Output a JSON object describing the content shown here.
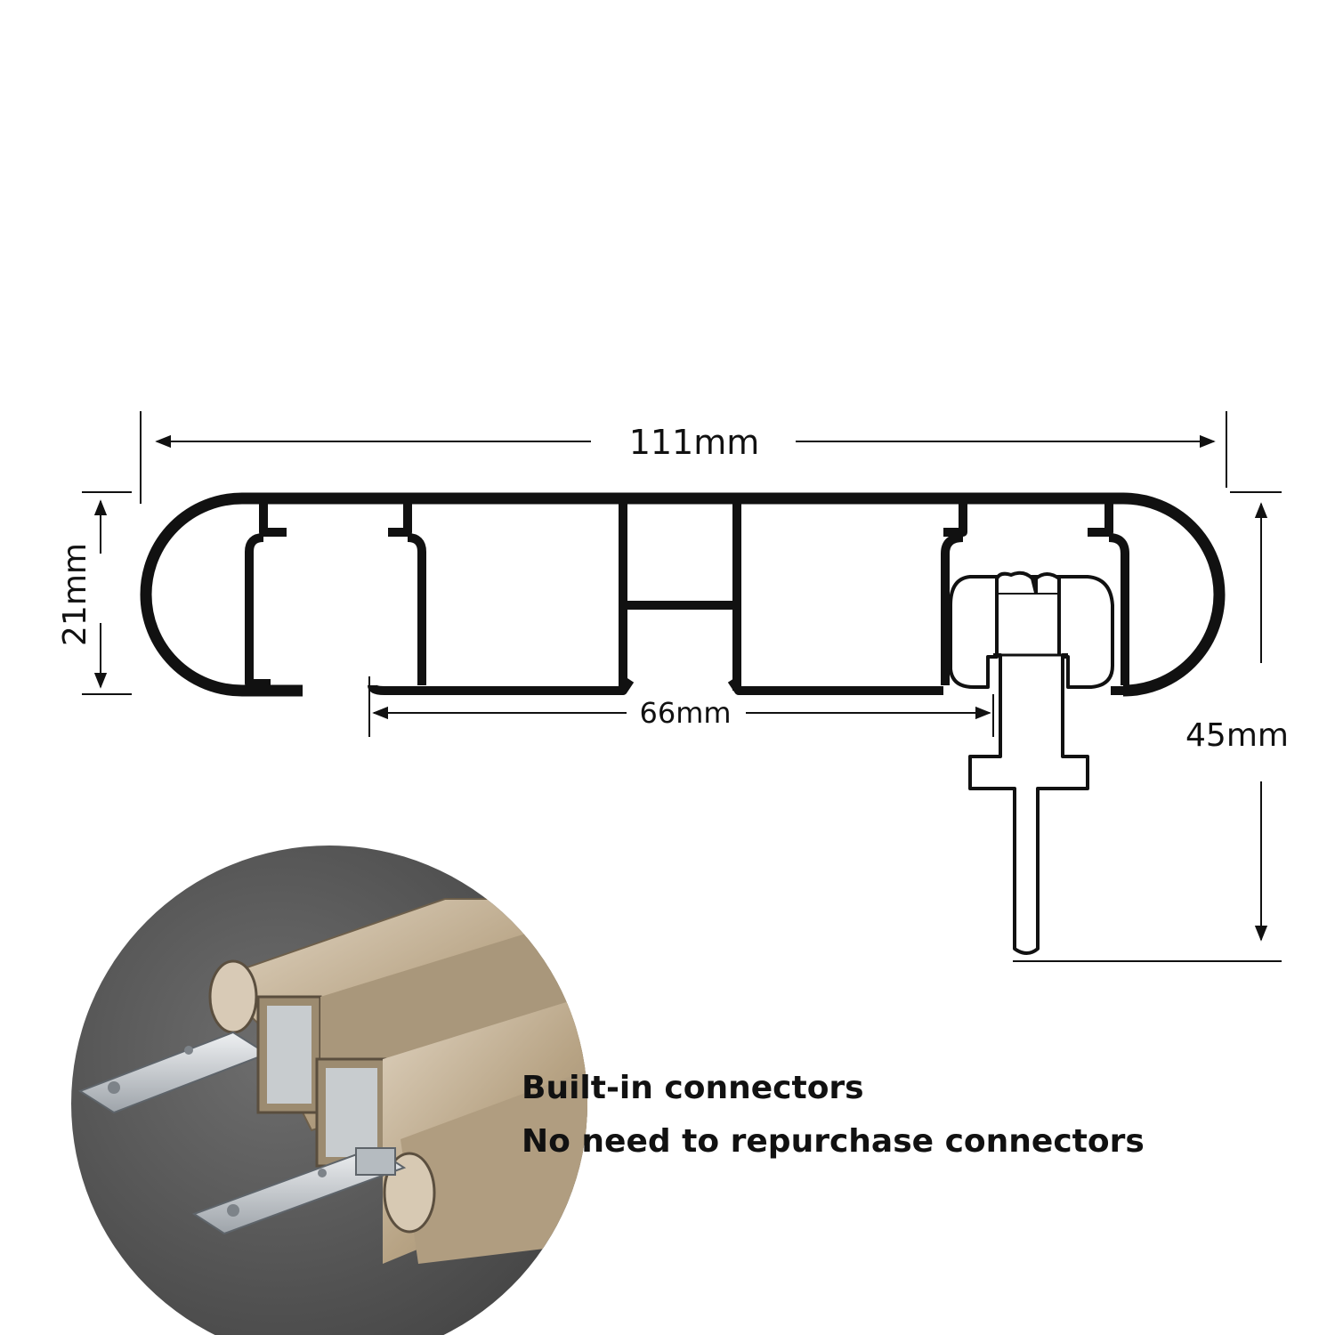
{
  "dimensions": {
    "overall_width": "111mm",
    "profile_height": "21mm",
    "track_spacing": "66mm",
    "total_height": "45mm"
  },
  "caption": {
    "line1": "Built-in connectors",
    "line2": "No need to repurchase connectors"
  },
  "colors": {
    "line": "#111111",
    "photo_background": "#5a5a5a",
    "rail_champagne": "#b9a68a",
    "connector_steel": "#c9cdd1"
  }
}
